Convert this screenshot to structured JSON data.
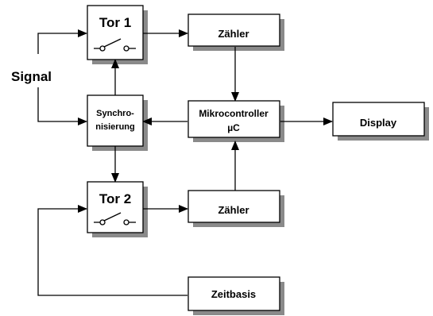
{
  "diagram": {
    "signal_label": "Signal",
    "tor1_label": "Tor 1",
    "tor2_label": "Tor 2",
    "zaehler_top_label": "Zähler",
    "zaehler_bottom_label": "Zähler",
    "synchro_line1": "Synchro-",
    "synchro_line2": "nisierung",
    "mikro_line1": "Mikrocontroller",
    "mikro_line2": "µC",
    "display_label": "Display",
    "zeitbasis_label": "Zeitbasis"
  },
  "colors": {
    "stroke": "#000000",
    "box_fill": "#ffffff",
    "shadow": "#8a8a8a"
  }
}
